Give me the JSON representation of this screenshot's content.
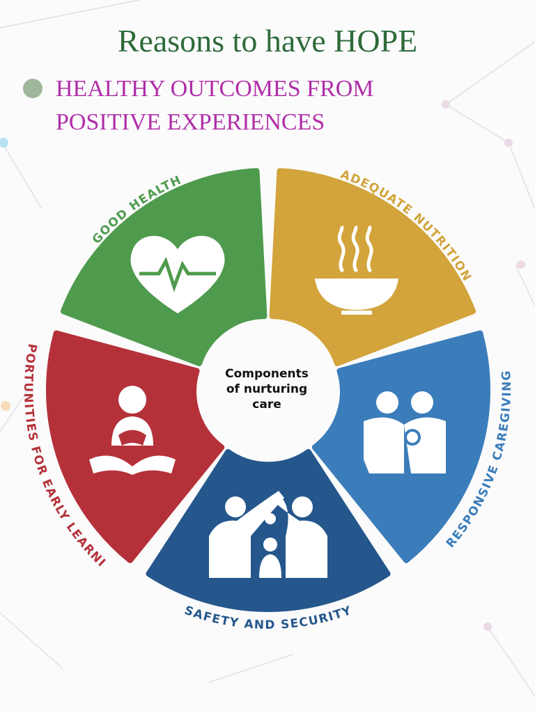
{
  "title": "Reasons to have HOPE",
  "subtitle": {
    "line1": "HEALTHY OUTCOMES FROM",
    "line2": "POSITIVE EXPERIENCES"
  },
  "center": {
    "line1": "Components",
    "line2": "of nurturing",
    "line3": "care"
  },
  "segments": [
    {
      "label": "GOOD HEALTH",
      "color": "#4f9b4e",
      "icon": "heart-pulse-icon"
    },
    {
      "label": "ADEQUATE NUTRITION",
      "color": "#d2a43b",
      "icon": "hot-bowl-icon"
    },
    {
      "label": "RESPONSIVE CAREGIVING",
      "color": "#3b7dba",
      "icon": "parents-baby-icon"
    },
    {
      "label": "SAFETY AND SECURITY",
      "color": "#25578c",
      "icon": "family-shelter-icon"
    },
    {
      "label": "OPPORTUNITIES FOR EARLY LEARNING",
      "color": "#b5313a",
      "icon": "child-reading-icon"
    }
  ],
  "colors": {
    "title": "#2e6b3a",
    "subtitle": "#b02ea8",
    "bullet": "#9fb79a"
  }
}
